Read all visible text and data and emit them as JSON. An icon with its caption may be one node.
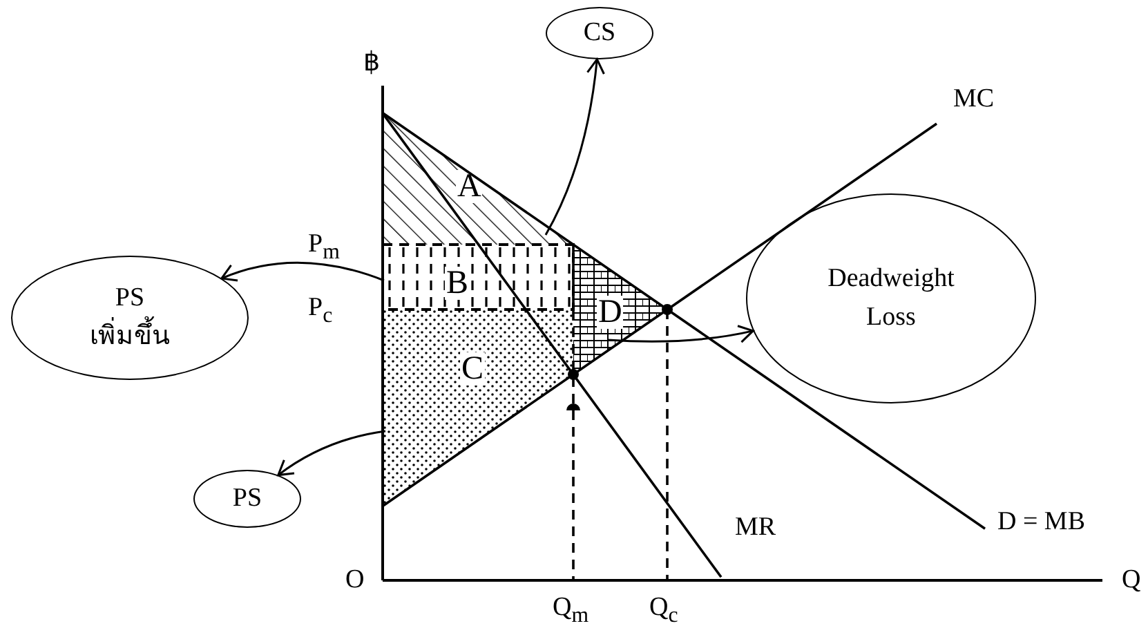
{
  "diagram": {
    "nodes": [
      {
        "text": [
          "CS"
        ]
      },
      {
        "text": [
          "A"
        ]
      },
      {
        "text": [
          "PS",
          "เพิ่มขึ้น"
        ]
      },
      {
        "text": [
          "B"
        ]
      },
      {
        "text": [
          "D"
        ]
      },
      {
        "text": [
          "Deadweight",
          "Loss"
        ]
      },
      {
        "text": [
          "C"
        ]
      },
      {
        "text": [
          "PS"
        ]
      }
    ],
    "edges": [
      {
        "from": 1,
        "to": 0,
        "arrow": "to"
      },
      {
        "from": 3,
        "to": 2,
        "arrow": "to"
      },
      {
        "from": 4,
        "to": 5,
        "arrow": "to"
      },
      {
        "from": 6,
        "to": 7,
        "arrow": "to"
      }
    ],
    "labels": [
      "฿",
      "MC",
      "P$_{m}$",
      "P$_{c}$",
      "MR",
      "D = MB",
      "O",
      "Q$_{m}$",
      "Q$_{c}$",
      "Q"
    ]
  }
}
